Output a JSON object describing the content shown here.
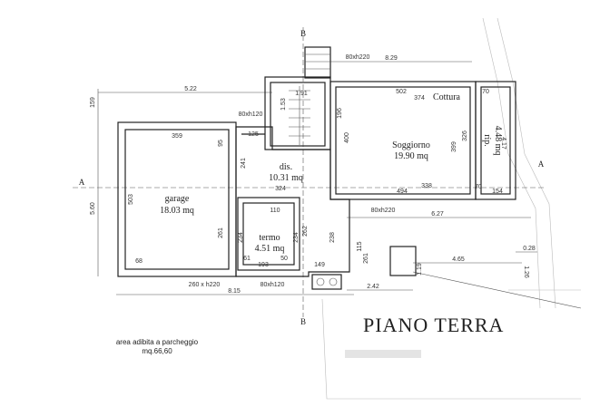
{
  "drawing": {
    "title": "PIANO TERRA",
    "parking_note": {
      "line1": "area adibita a parcheggio",
      "line2": "mq.66,60"
    },
    "section_markers": {
      "b_top": "B",
      "b_bottom": "B",
      "a_left": "A",
      "a_right": "A"
    },
    "rooms": {
      "garage": {
        "name": "garage",
        "area": "18.03 mq"
      },
      "dis": {
        "name": "dis.",
        "area": "10.31 mq"
      },
      "soggiorno": {
        "name": "Soggiorno",
        "area": "19.90 mq"
      },
      "termo": {
        "name": "termo",
        "area": "4.51 mq"
      },
      "cottura": {
        "name": "Cottura"
      },
      "rip": {
        "name": "rip.",
        "area": "4.48 mq"
      }
    },
    "dimensions": {
      "d829": "8.29",
      "d522": "5.22",
      "d159": "159",
      "d560": "5.60",
      "d191": "1.91",
      "d153": "1.53",
      "d196": "196",
      "d502": "502",
      "d374": "374",
      "d70a": "70",
      "d70b": "70",
      "d400": "400",
      "d399": "399",
      "d326": "326",
      "d417": "4.17",
      "d359": "359",
      "d95": "95",
      "d125": "125",
      "d241": "241",
      "d324": "324",
      "d494": "494",
      "d338": "338",
      "d154": "154",
      "d503": "503",
      "d261a": "261",
      "d110": "110",
      "d234a": "234",
      "d234b": "234",
      "d262": "262",
      "d238": "238",
      "d261b": "261",
      "d61": "61",
      "d193": "193",
      "d50": "50",
      "d149": "149",
      "d68": "68",
      "d627": "6.27",
      "d115": "115",
      "d119": "1.19",
      "d465": "4.65",
      "d028": "0.28",
      "d126": "1.26",
      "d815": "8.15",
      "d242": "2.42"
    },
    "openings": {
      "door_top": "80xh220",
      "win_stair": "80xh120",
      "door_right": "80xh220",
      "garage_door": "260 x h220",
      "win_termo": "80xh120"
    }
  }
}
